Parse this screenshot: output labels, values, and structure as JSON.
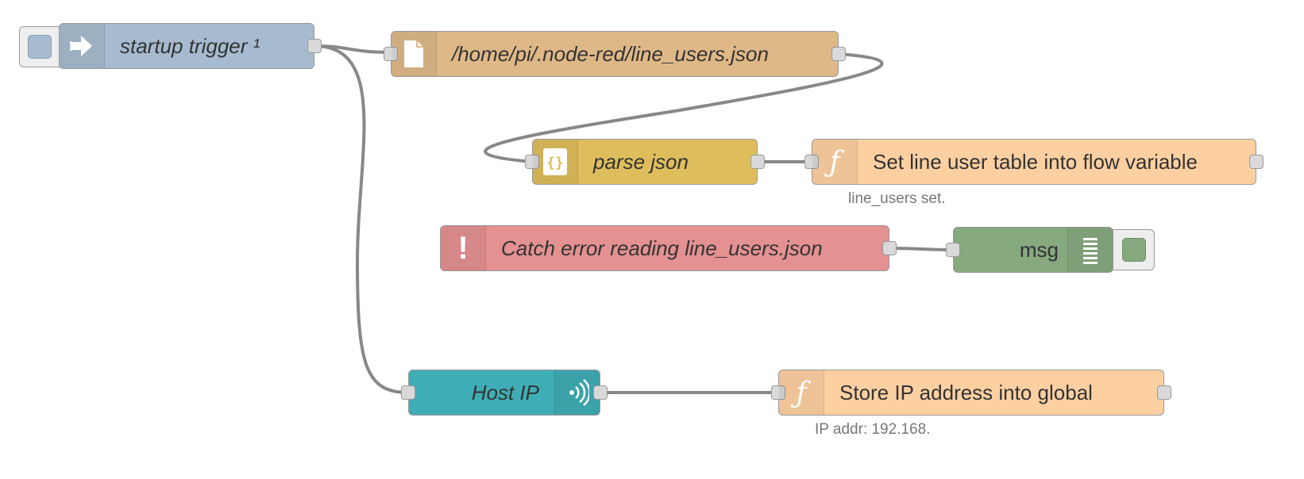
{
  "colors": {
    "inject": "#a6bbcf",
    "file": "#deb887",
    "json": "#debd5c",
    "function": "#fdd0a2",
    "catch": "#e49191",
    "debug": "#87a980",
    "hostip": "#3fadb5",
    "wire": "#888888"
  },
  "nodes": {
    "startup_trigger": {
      "label": "startup trigger ¹",
      "icon": "arrow-in-icon"
    },
    "file_in": {
      "label": "/home/pi/.node-red/line_users.json",
      "icon": "file-icon"
    },
    "parse_json": {
      "label": "parse json",
      "icon": "json-braces-icon"
    },
    "set_line_user": {
      "label": "Set line user table into flow variable",
      "icon": "function-icon",
      "status": "line_users set."
    },
    "catch_error": {
      "label": "Catch error reading line_users.json",
      "icon": "alert-icon"
    },
    "msg_debug": {
      "label": "msg",
      "icon": "debug-list-icon"
    },
    "host_ip": {
      "label": "Host IP",
      "icon": "wifi-icon"
    },
    "store_ip": {
      "label": "Store IP address into global",
      "icon": "function-icon",
      "status": "IP addr: 192.168."
    }
  }
}
